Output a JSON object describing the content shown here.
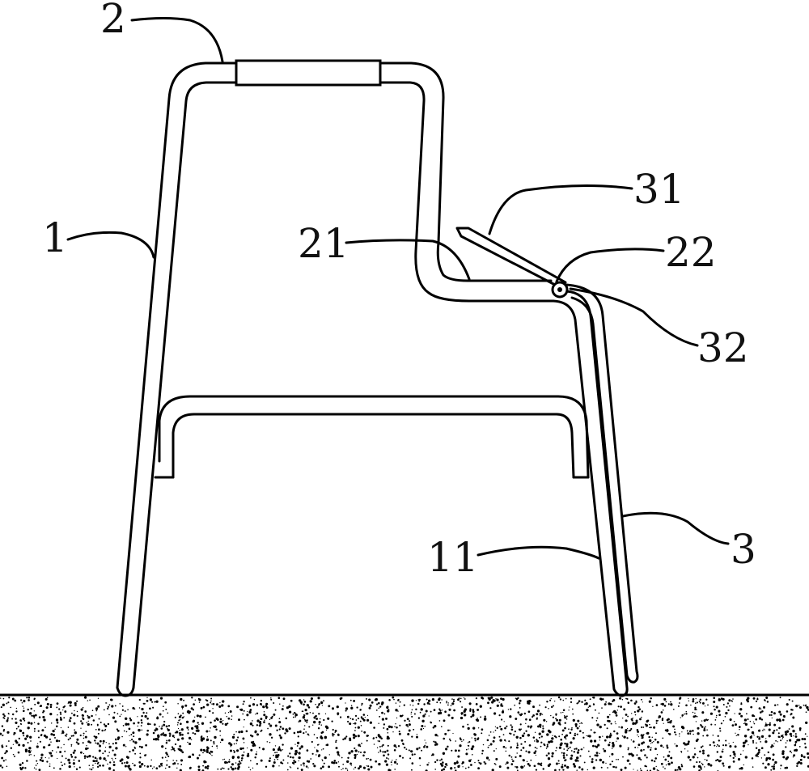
{
  "labels": {
    "frame": "1",
    "frame_leg_rear": "11",
    "handle": "2",
    "seat_bar": "21",
    "hinge_pin": "22",
    "folding_leg": "3",
    "plate": "31",
    "pivot": "32"
  },
  "colors": {
    "line": "#000000",
    "background": "#ffffff",
    "ground_speckle": "#000000"
  }
}
